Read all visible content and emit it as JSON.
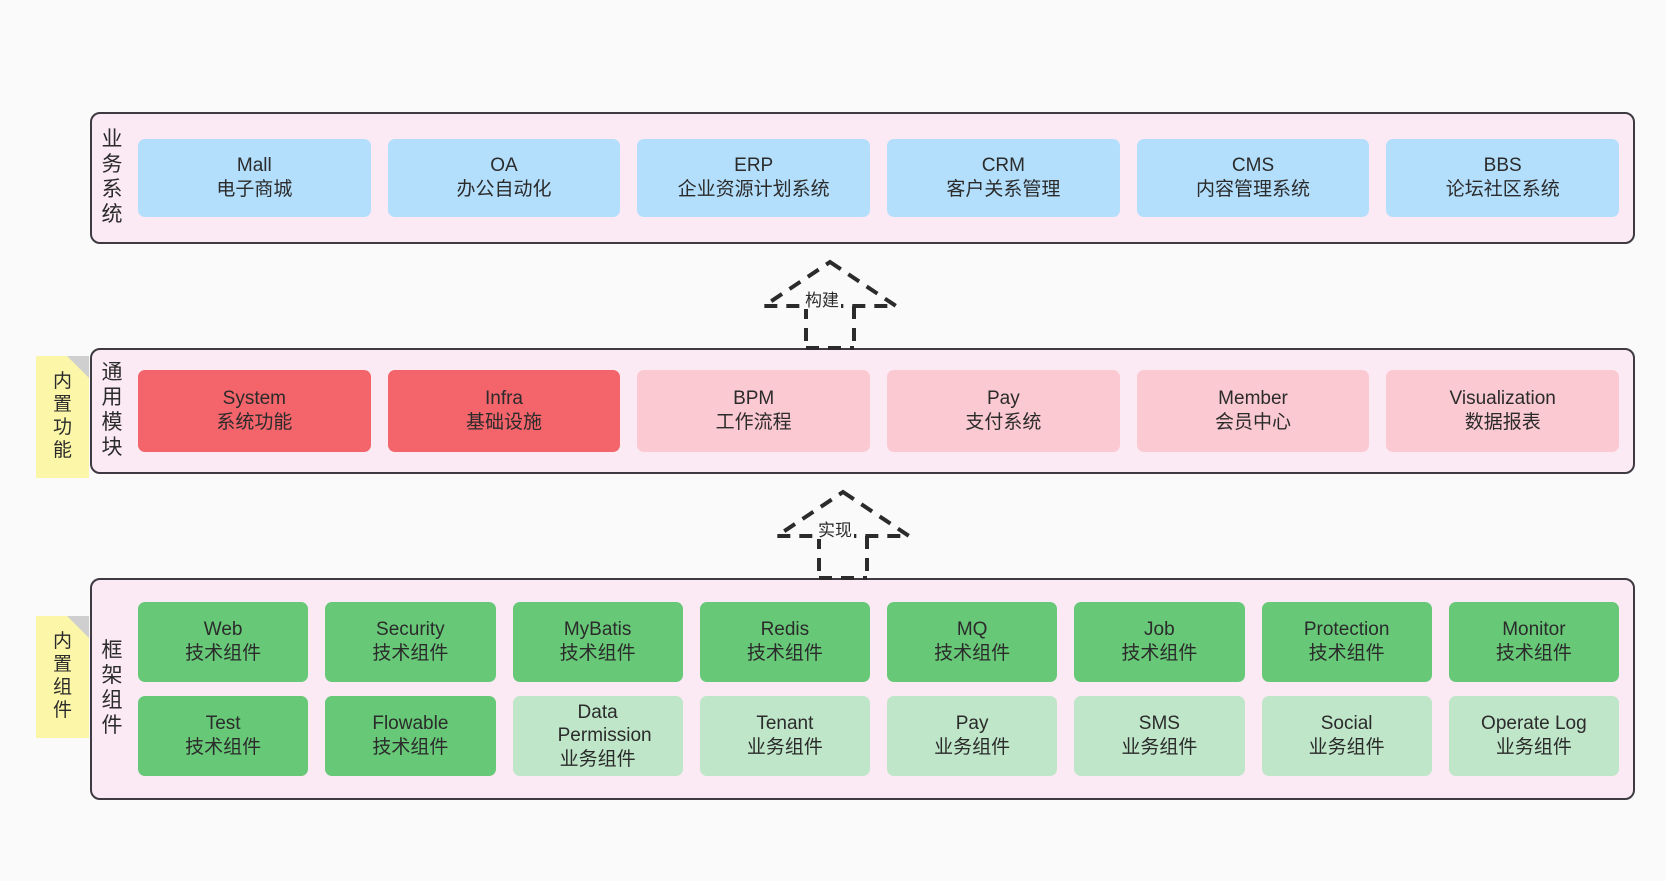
{
  "diagram": {
    "background": "#fafafa",
    "layer_fill": "#fbeaf4",
    "layer_border": "#3f3a42",
    "sticky_fill": "#fcf7a8"
  },
  "layers": [
    {
      "id": "business-systems",
      "label_chars": [
        "业",
        "务",
        "系",
        "统"
      ],
      "label_text": "业务系统",
      "rows": [
        {
          "cards": [
            {
              "en": "Mall",
              "cn": "电子商城",
              "color": "#b3dffc",
              "style": "c-blue"
            },
            {
              "en": "OA",
              "cn": "办公自动化",
              "color": "#b3dffc",
              "style": "c-blue"
            },
            {
              "en": "ERP",
              "cn": "企业资源计划系统",
              "color": "#b3dffc",
              "style": "c-blue"
            },
            {
              "en": "CRM",
              "cn": "客户关系管理",
              "color": "#b3dffc",
              "style": "c-blue"
            },
            {
              "en": "CMS",
              "cn": "内容管理系统",
              "color": "#b3dffc",
              "style": "c-blue"
            },
            {
              "en": "BBS",
              "cn": "论坛社区系统",
              "color": "#b3dffc",
              "style": "c-blue"
            }
          ]
        }
      ]
    },
    {
      "id": "common-modules",
      "label_chars": [
        "通",
        "用",
        "模",
        "块"
      ],
      "label_text": "通用模块",
      "sticky": {
        "chars": [
          "内",
          "置",
          "功",
          "能"
        ],
        "text": "内置功能"
      },
      "rows": [
        {
          "cards": [
            {
              "en": "System",
              "cn": "系统功能",
              "color": "#f4646b",
              "style": "c-red"
            },
            {
              "en": "Infra",
              "cn": "基础设施",
              "color": "#f4646b",
              "style": "c-red"
            },
            {
              "en": "BPM",
              "cn": "工作流程",
              "color": "#fbc9d2",
              "style": "c-pink"
            },
            {
              "en": "Pay",
              "cn": "支付系统",
              "color": "#fbc9d2",
              "style": "c-pink"
            },
            {
              "en": "Member",
              "cn": "会员中心",
              "color": "#fbc9d2",
              "style": "c-pink"
            },
            {
              "en": "Visualization",
              "cn": "数据报表",
              "color": "#fbc9d2",
              "style": "c-pink"
            }
          ]
        }
      ]
    },
    {
      "id": "framework-components",
      "label_chars": [
        "框",
        "架",
        "组",
        "件"
      ],
      "label_text": "框架组件",
      "sticky": {
        "chars": [
          "内",
          "置",
          "组",
          "件"
        ],
        "text": "内置组件"
      },
      "rows": [
        {
          "cards": [
            {
              "en": "Web",
              "cn": "技术组件",
              "color": "#67c977",
              "style": "c-green"
            },
            {
              "en": "Security",
              "cn": "技术组件",
              "color": "#67c977",
              "style": "c-green"
            },
            {
              "en": "MyBatis",
              "cn": "技术组件",
              "color": "#67c977",
              "style": "c-green"
            },
            {
              "en": "Redis",
              "cn": "技术组件",
              "color": "#67c977",
              "style": "c-green"
            },
            {
              "en": "MQ",
              "cn": "技术组件",
              "color": "#67c977",
              "style": "c-green"
            },
            {
              "en": "Job",
              "cn": "技术组件",
              "color": "#67c977",
              "style": "c-green"
            },
            {
              "en": "Protection",
              "cn": "技术组件",
              "color": "#67c977",
              "style": "c-green"
            },
            {
              "en": "Monitor",
              "cn": "技术组件",
              "color": "#67c977",
              "style": "c-green"
            }
          ]
        },
        {
          "cards": [
            {
              "en": "Test",
              "cn": "技术组件",
              "color": "#67c977",
              "style": "c-green"
            },
            {
              "en": "Flowable",
              "cn": "技术组件",
              "color": "#67c977",
              "style": "c-green"
            },
            {
              "en": "Data Permission",
              "cn": "业务组件",
              "color": "#bfe6c8",
              "style": "c-greenlight"
            },
            {
              "en": "Tenant",
              "cn": "业务组件",
              "color": "#bfe6c8",
              "style": "c-greenlight"
            },
            {
              "en": "Pay",
              "cn": "业务组件",
              "color": "#bfe6c8",
              "style": "c-greenlight"
            },
            {
              "en": "SMS",
              "cn": "业务组件",
              "color": "#bfe6c8",
              "style": "c-greenlight"
            },
            {
              "en": "Social",
              "cn": "业务组件",
              "color": "#bfe6c8",
              "style": "c-greenlight"
            },
            {
              "en": "Operate Log",
              "cn": "业务组件",
              "color": "#bfe6c8",
              "style": "c-greenlight"
            }
          ]
        }
      ]
    }
  ],
  "connectors": [
    {
      "id": "build",
      "label": "构建"
    },
    {
      "id": "implement",
      "label": "实现"
    }
  ]
}
